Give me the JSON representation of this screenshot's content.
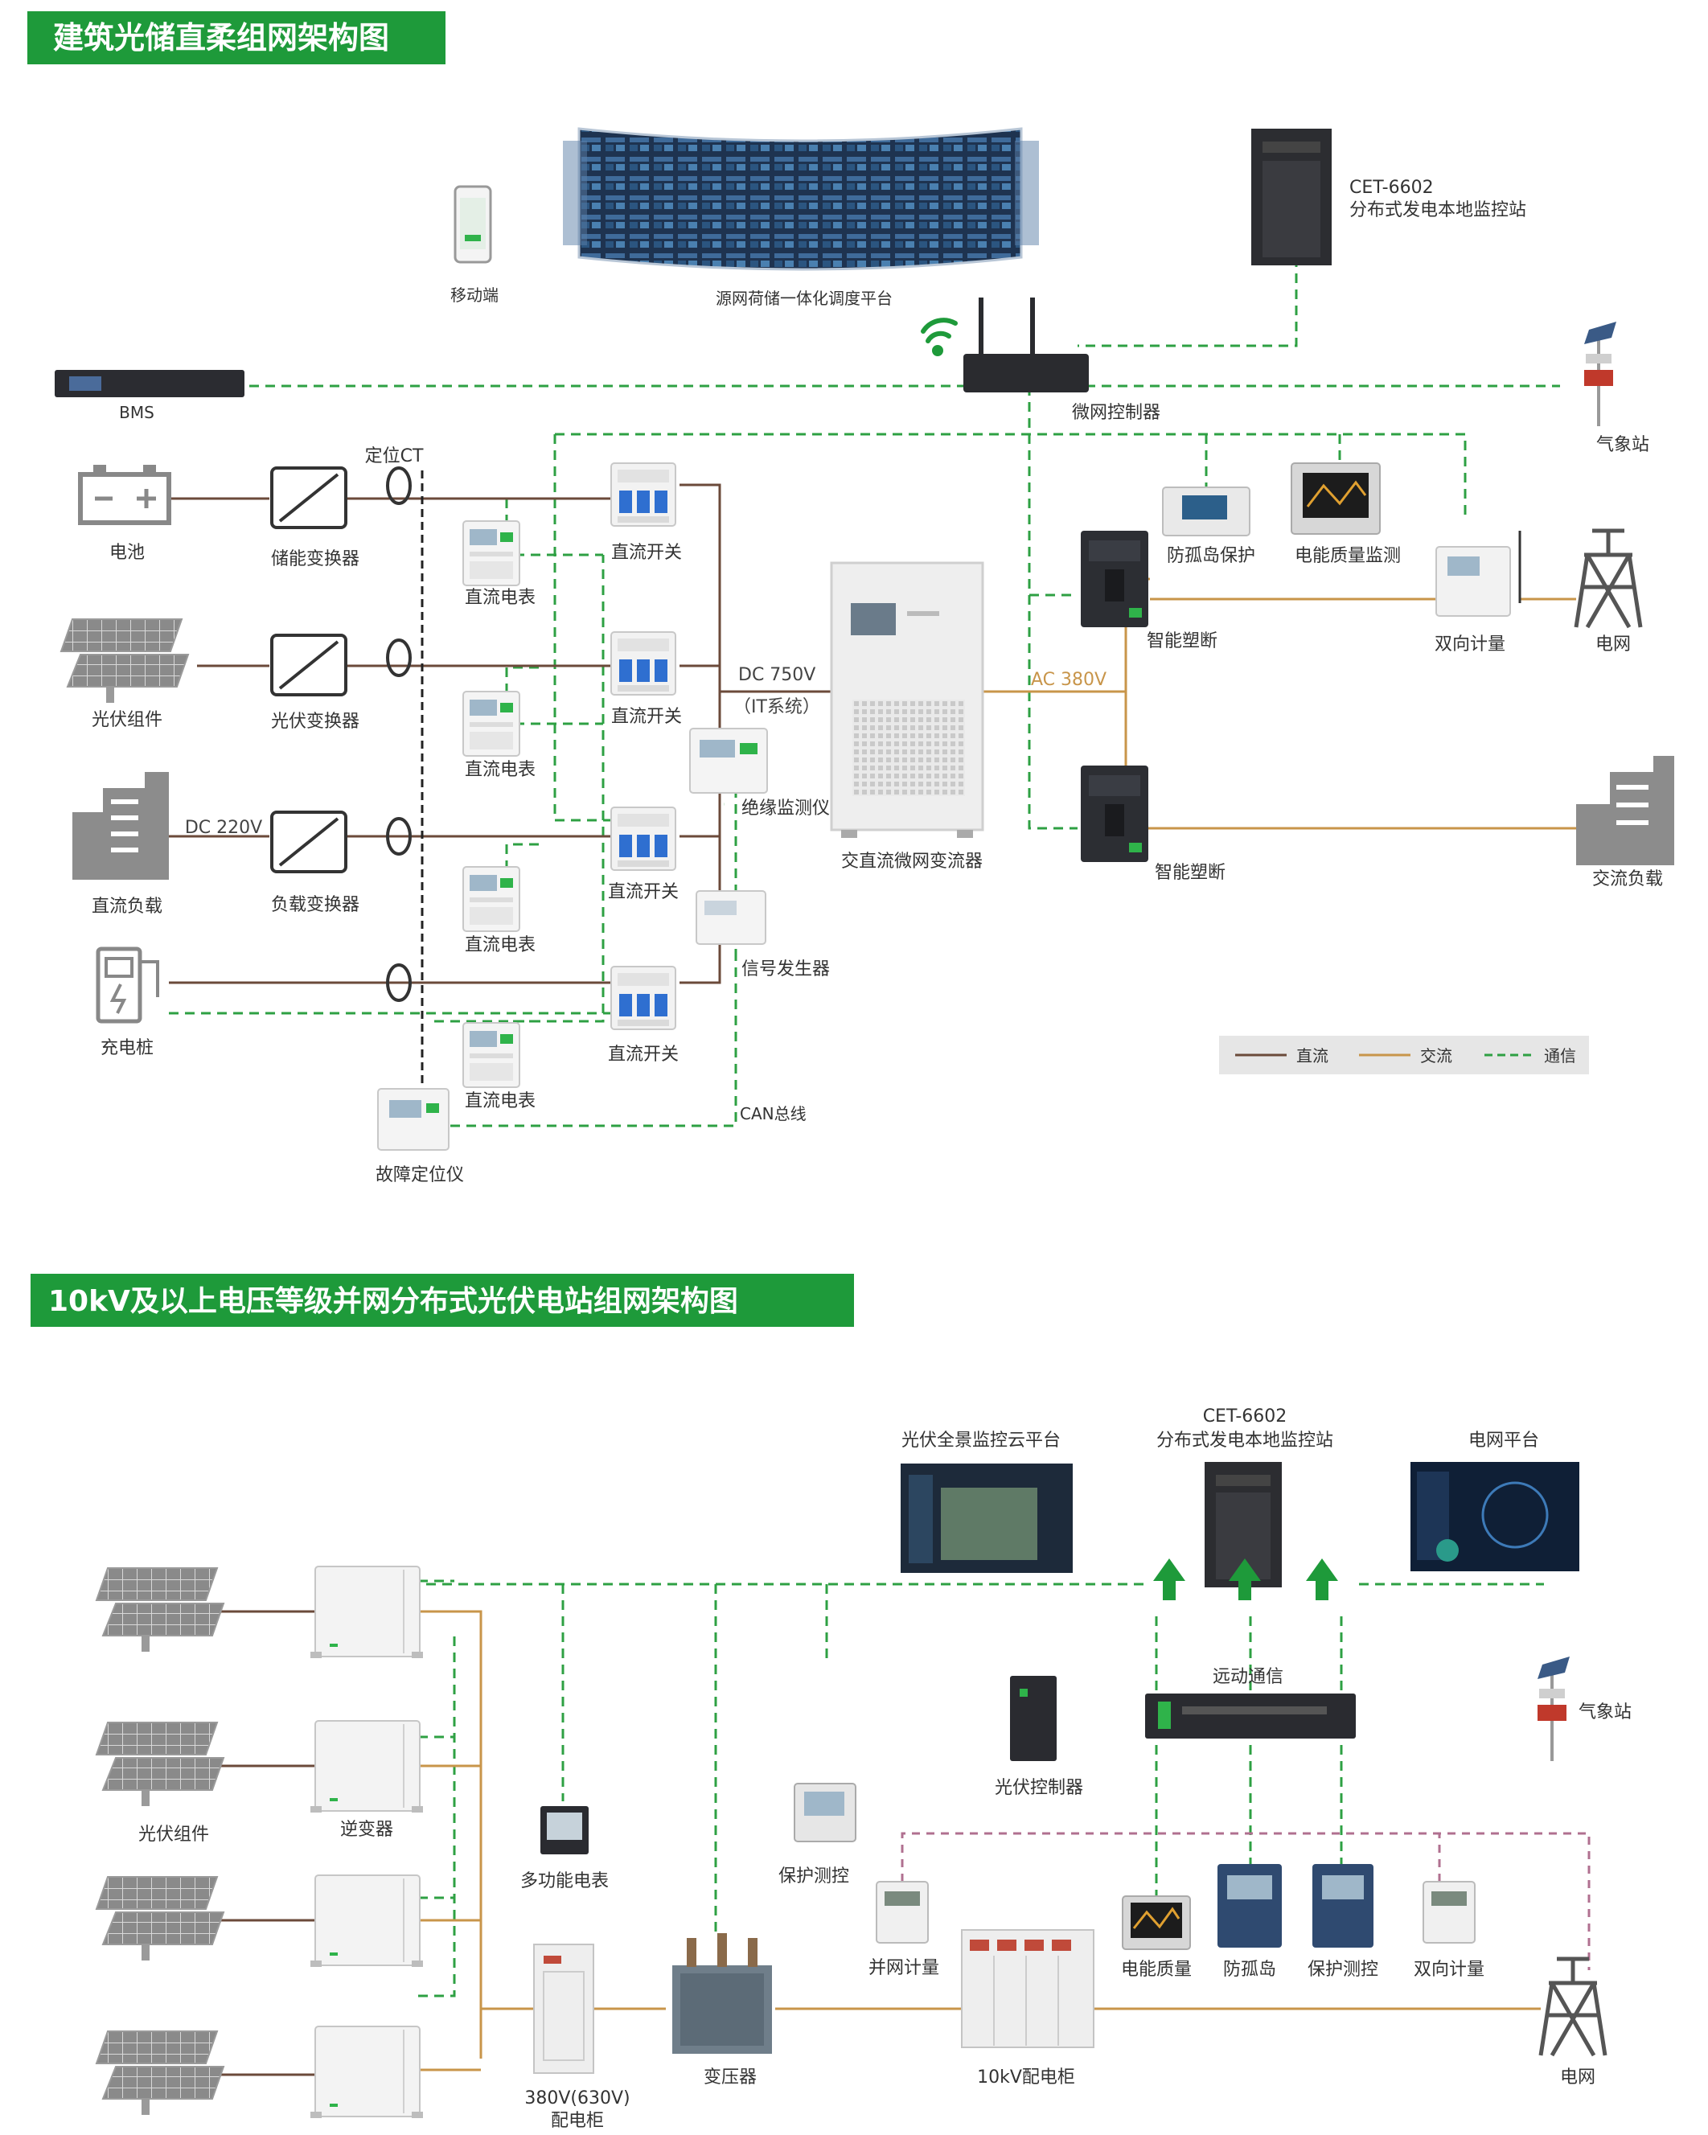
{
  "sections": {
    "top_title": "建筑光储直柔组网架构图",
    "bottom_title": "10kV及以上电压等级并网分布式光伏电站组网架构图"
  },
  "colors": {
    "banner_green": "#1e9a3a",
    "dc_line": "#6b4a3a",
    "ac_line": "#c8954a",
    "comm_line": "#2ea043",
    "pink_dash": "#b07090",
    "arrow_green": "#1e9a3a"
  },
  "top": {
    "mobile": "移动端",
    "dispatch_platform": "源网荷储一体化调度平台",
    "monitor_station": {
      "model": "CET-6602",
      "name": "分布式发电本地监控站"
    },
    "bms": "BMS",
    "microgrid_controller": "微网控制器",
    "weather_station": "气象站",
    "ct_label": "定位CT",
    "battery": "电池",
    "storage_converter": "储能变换器",
    "pv_module": "光伏组件",
    "pv_converter": "光伏变换器",
    "dc_load": "直流负载",
    "dc220": "DC 220V",
    "load_converter": "负载变换器",
    "charger": "充电桩",
    "dc_meter": "直流电表",
    "dc_switch": "直流开关",
    "dc750": "DC 750V",
    "it_system": "（IT系统）",
    "insulation_monitor": "绝缘监测仪",
    "signal_generator": "信号发生器",
    "can_bus": "CAN总线",
    "fault_locator": "故障定位仪",
    "acdc_converter": "交直流微网变流器",
    "ac380": "AC 380V",
    "anti_islanding": "防孤岛保护",
    "pq_monitor": "电能质量监测",
    "smart_breaker": "智能塑断",
    "bidirectional_meter": "双向计量",
    "grid": "电网",
    "ac_load": "交流负载",
    "legend": {
      "dc": "直流",
      "ac": "交流",
      "comm": "通信"
    }
  },
  "bottom": {
    "pv_cloud": "光伏全景监控云平台",
    "monitor_station": {
      "model": "CET-6602",
      "name": "分布式发电本地监控站"
    },
    "grid_platform": "电网平台",
    "telecontrol": "远动通信",
    "weather_station": "气象站",
    "pv_module": "光伏组件",
    "inverter": "逆变器",
    "pv_controller": "光伏控制器",
    "multi_meter": "多功能电表",
    "protection": "保护测控",
    "grid_meter": "并网计量",
    "pq": "电能质量",
    "anti_island": "防孤岛",
    "protection2": "保护测控",
    "bidirectional": "双向计量",
    "cabinet_380": "380V(630V)",
    "cabinet_380_2": "配电柜",
    "transformer": "变压器",
    "cabinet_10kv": "10kV配电柜",
    "grid": "电网"
  }
}
